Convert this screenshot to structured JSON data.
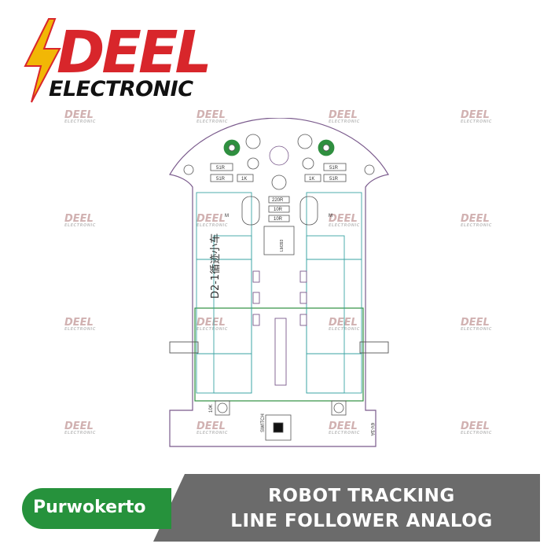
{
  "brand": {
    "logo_text": "DEEL",
    "logo_subtext": "ELECTRONIC",
    "colors": {
      "red": "#d8262b",
      "yellow": "#f2b705",
      "black": "#111111",
      "green": "#26923c",
      "gray": "#6b6b6b"
    }
  },
  "watermark": {
    "text": "DEEL",
    "subtext": "ELECTRONIC"
  },
  "pcb": {
    "labels": {
      "chip": "LM393",
      "board_name": "D2-1循迹小车",
      "r220": "220R",
      "r10a": "10R",
      "r10b": "10R",
      "r51a": "51R",
      "r51b": "51R",
      "r51c": "51R",
      "r51d": "51R",
      "r1ka": "1K",
      "r1kb": "1K",
      "r10k": "10K",
      "switch": "SWITCH",
      "battery": "6V-3A",
      "motor_a": "M",
      "motor_b": "M"
    }
  },
  "banner": {
    "location": "Purwokerto",
    "title_line1": "ROBOT TRACKING",
    "title_line2": "LINE FOLLOWER ANALOG"
  }
}
